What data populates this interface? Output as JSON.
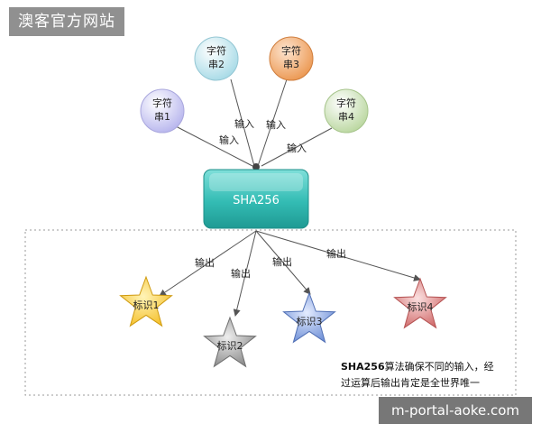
{
  "watermark": "澳客官方网站",
  "footer_watermark": "m-portal-aoke.com",
  "inputs": [
    {
      "label_line1": "字符",
      "label_line2": "串1",
      "color": "#b9b7ee"
    },
    {
      "label_line1": "字符",
      "label_line2": "串2",
      "color": "#a9dbe7"
    },
    {
      "label_line1": "字符",
      "label_line2": "串3",
      "color": "#ec9a55"
    },
    {
      "label_line1": "字符",
      "label_line2": "串4",
      "color": "#bcd8a2"
    }
  ],
  "input_edge_label": "输入",
  "hash_box": {
    "label": "SHA256",
    "color": "#33bcb4"
  },
  "output_edge_label": "输出",
  "outputs": [
    {
      "label": "标识1",
      "color": "#f5c02a"
    },
    {
      "label": "标识2",
      "color": "#9a9a9a"
    },
    {
      "label": "标识3",
      "color": "#7f9dd9"
    },
    {
      "label": "标识4",
      "color": "#d97878"
    }
  ],
  "caption": {
    "bold": "SHA256",
    "line1_rest": "算法确保不同的输入，经",
    "line2": "过运算后输出肯定是全世界唯一"
  }
}
